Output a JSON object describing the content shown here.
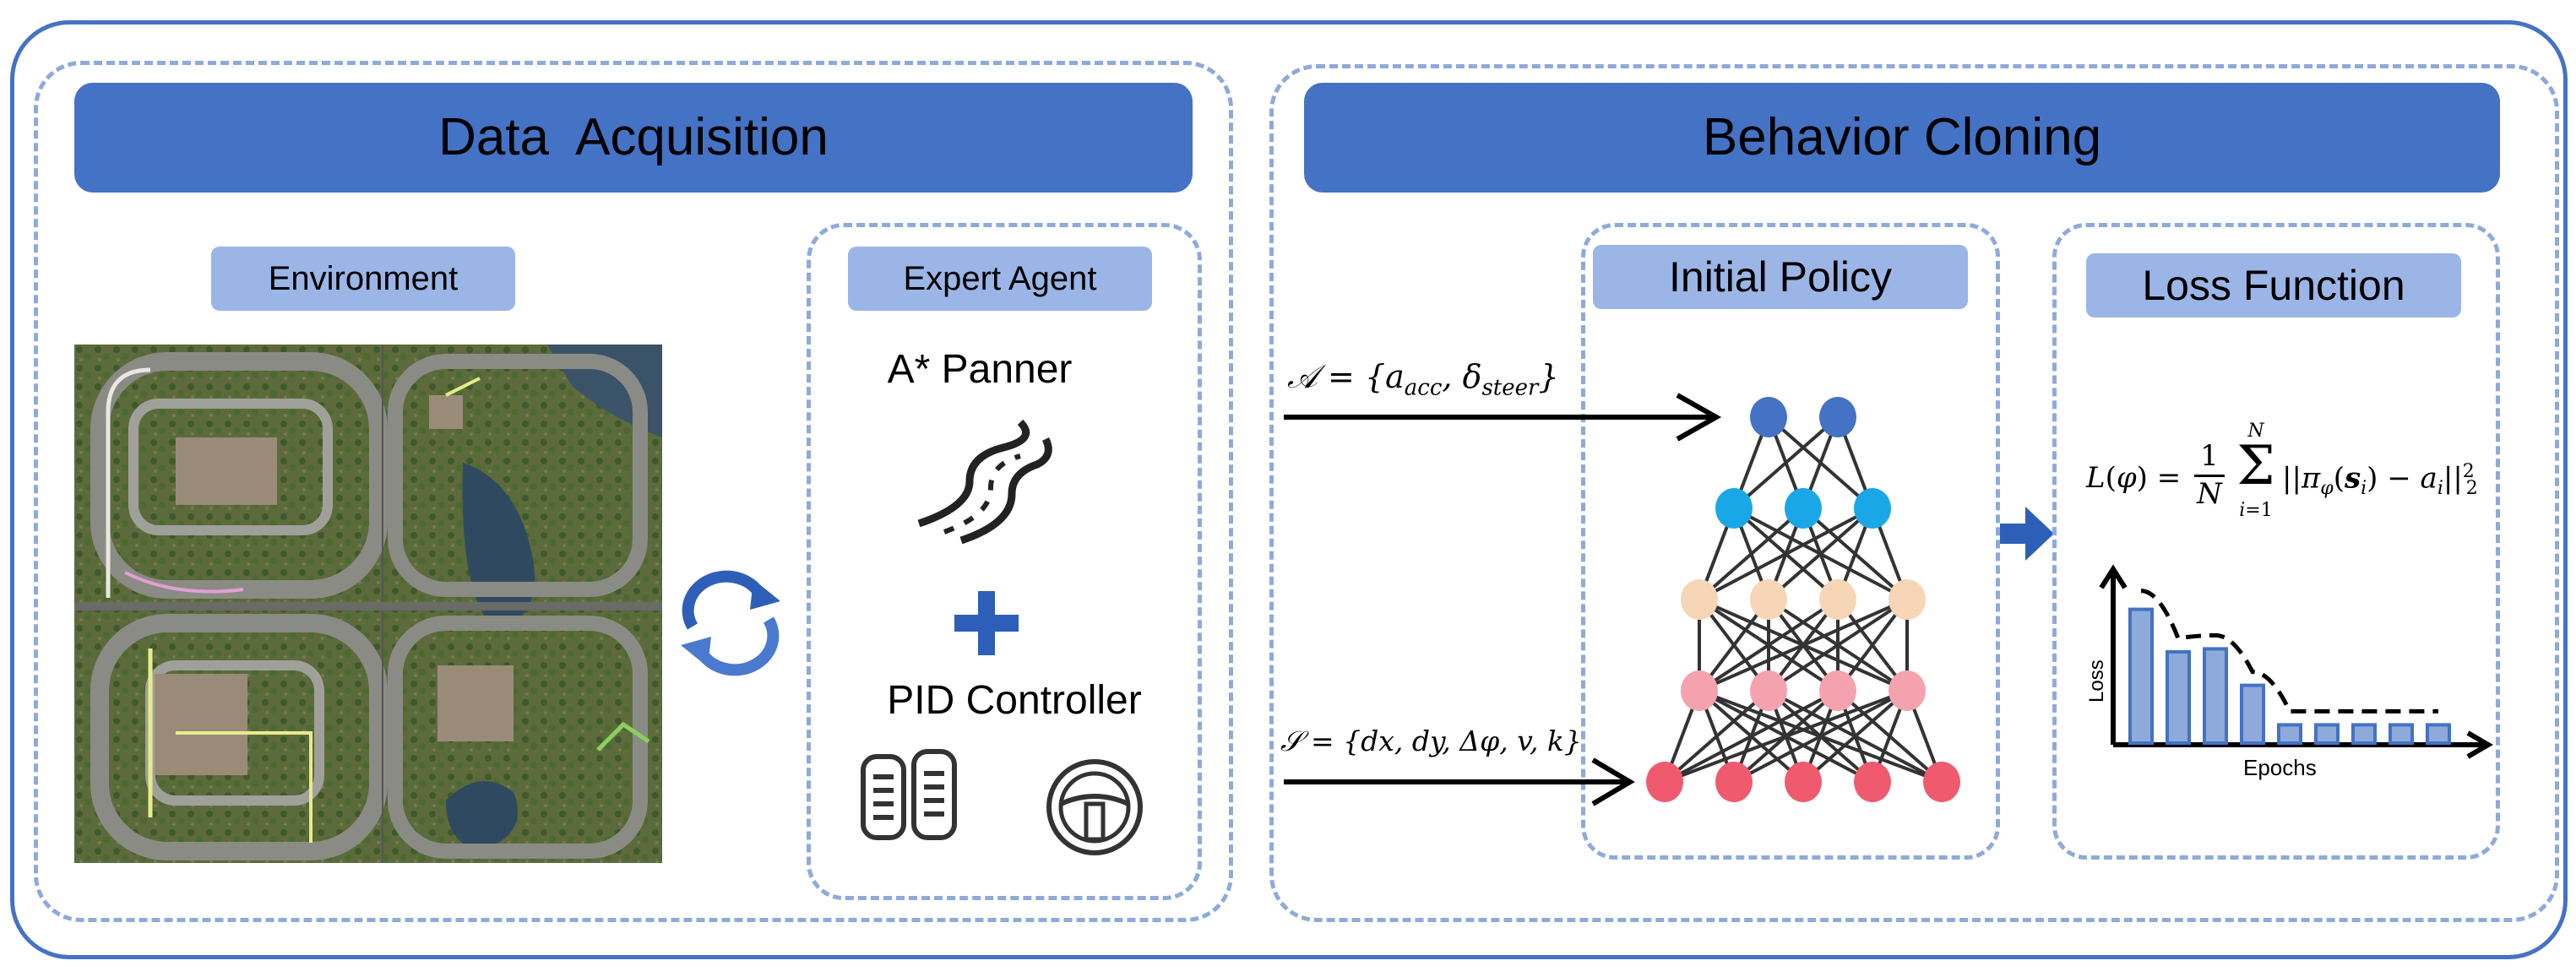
{
  "left_panel": {
    "title": "Data  Acquisition",
    "environment_label": "Environment",
    "expert_agent": {
      "label": "Expert Agent",
      "planner_label": "A* Panner",
      "controller_label": "PID Controller"
    }
  },
  "right_panel": {
    "title": "Behavior Cloning",
    "policy_label": "Initial Policy",
    "loss_label": "Loss Function",
    "action_formula": "𝒜 = {a_acc, δ_steer}",
    "state_formula": "𝒮 = {dx, dy, Δφ, v, k}",
    "loss_formula": "L(φ) = 1/N Σ_{i=1}^{N} ||π_φ(s_i) − a_i||²₂"
  },
  "loss_chart": {
    "chart_data": {
      "type": "bar",
      "xlabel": "Epochs",
      "ylabel": "Loss",
      "values": [
        0.88,
        0.6,
        0.62,
        0.38,
        0.12,
        0.12,
        0.12,
        0.12,
        0.12
      ],
      "ylim": [
        0,
        1
      ]
    }
  },
  "network": {
    "layers": [
      {
        "count": 2,
        "color": "#4472c4"
      },
      {
        "count": 3,
        "color": "#1aa7e8"
      },
      {
        "count": 4,
        "color": "#f7d5b7"
      },
      {
        "count": 4,
        "color": "#f4a2ad"
      },
      {
        "count": 5,
        "color": "#ef5a6e"
      }
    ]
  },
  "colors": {
    "accent": "#4472c4",
    "tag": "#9bb5e6",
    "dashed": "#8eaadb"
  }
}
